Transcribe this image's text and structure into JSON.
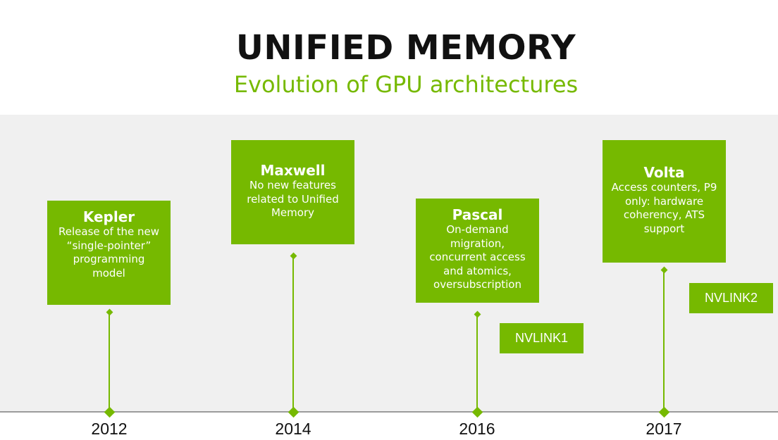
{
  "header": {
    "title": "UNIFIED MEMORY",
    "subtitle": "Evolution of GPU architectures"
  },
  "timeline": {
    "years": [
      "2012",
      "2014",
      "2016",
      "2017"
    ],
    "cards": [
      {
        "name": "Kepler",
        "desc": "Release of the new “single-pointer” programming model"
      },
      {
        "name": "Maxwell",
        "desc": "No new features related to Unified Memory"
      },
      {
        "name": "Pascal",
        "desc": "On-demand migration, concurrent access and atomics, oversubscription"
      },
      {
        "name": "Volta",
        "desc": "Access counters, P9 only: hardware coherency, ATS support"
      }
    ],
    "badges": [
      "NVLINK1",
      "NVLINK2"
    ]
  },
  "colors": {
    "accent": "#76b900",
    "panel": "#f0f0f0",
    "axis": "#9b9b9b"
  }
}
